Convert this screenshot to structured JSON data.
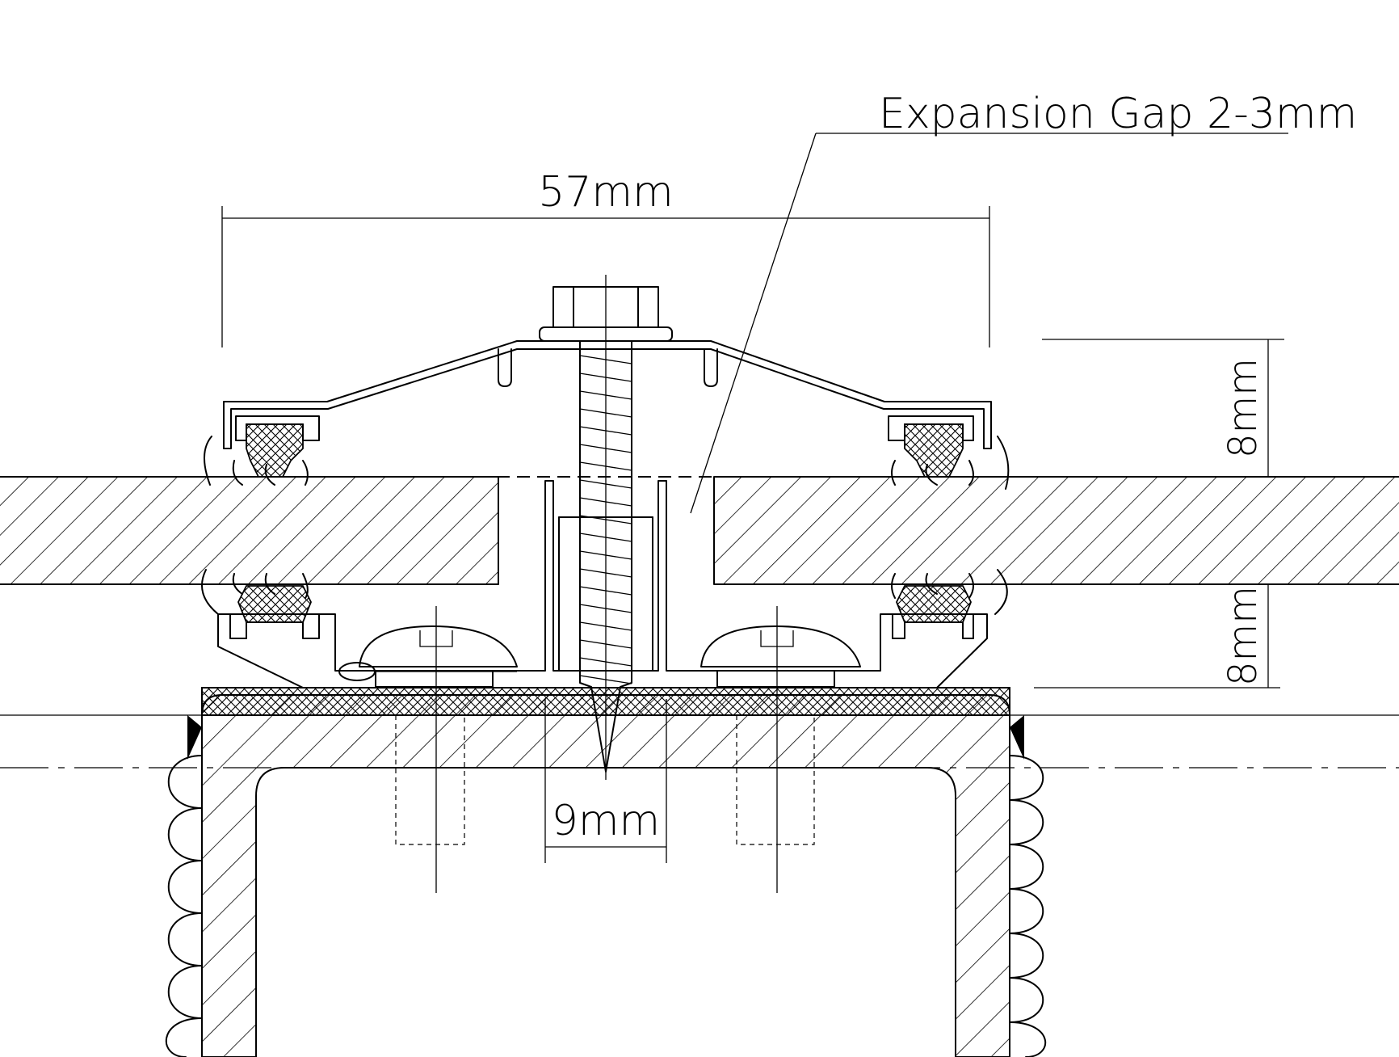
{
  "labels": {
    "expansion_gap": "Expansion Gap 2-3mm",
    "width": "57mm",
    "top_height": "8mm",
    "bottom_height": "8mm",
    "screw_gap": "9mm"
  }
}
